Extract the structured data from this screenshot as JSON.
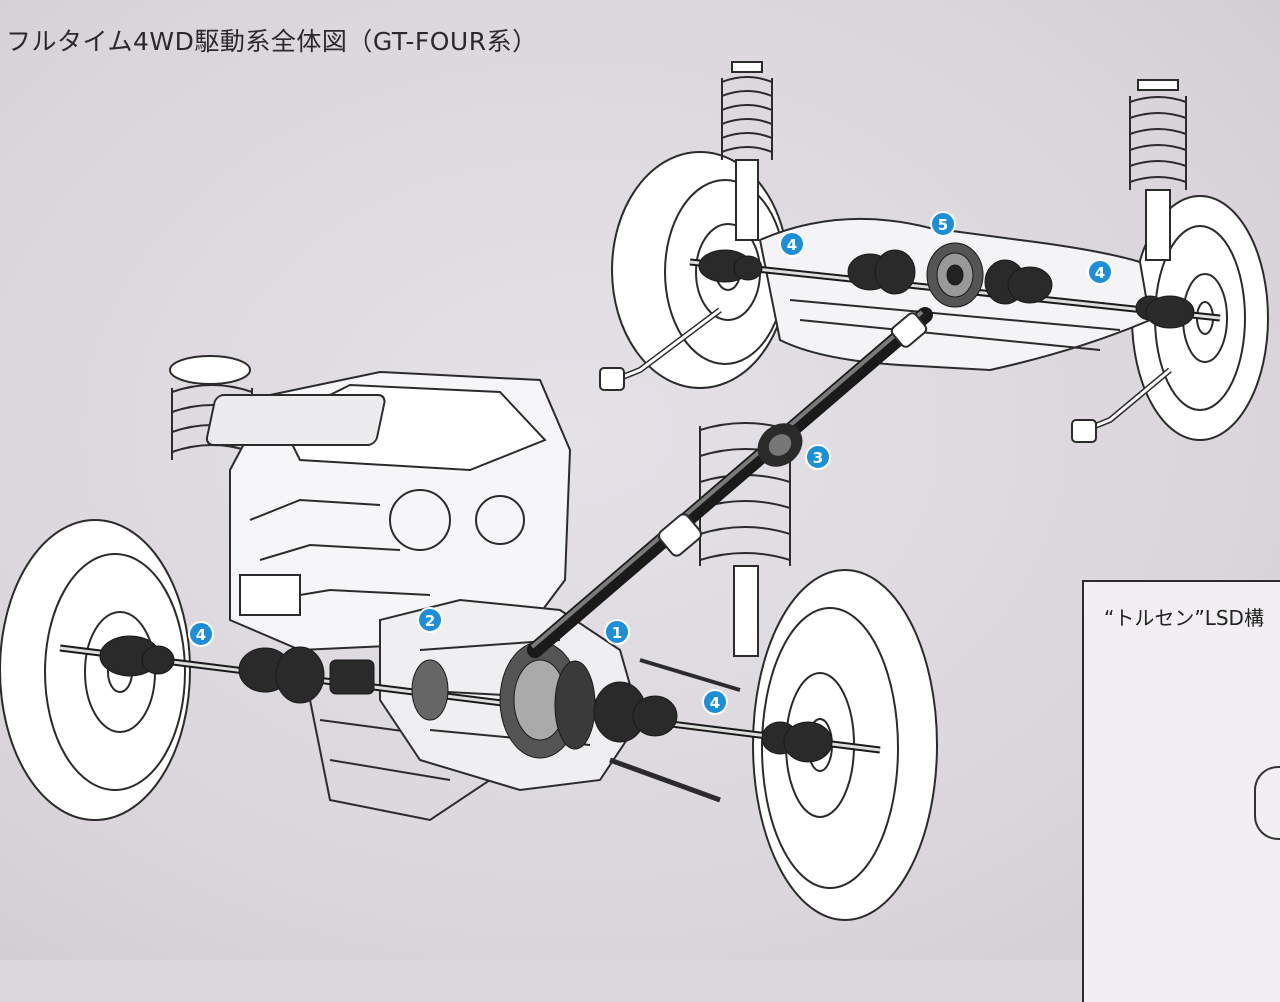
{
  "title": "フルタイム4WD駆動系全体図（GT-FOUR系）",
  "inset": {
    "title": "“トルセン”LSD構"
  },
  "callouts": [
    {
      "id": "callout-front-differential",
      "number": "1"
    },
    {
      "id": "callout-transfer",
      "number": "2"
    },
    {
      "id": "callout-propeller-shaft",
      "number": "3"
    },
    {
      "id": "callout-front-left-driveshaft",
      "number": "4"
    },
    {
      "id": "callout-front-right-driveshaft",
      "number": "4"
    },
    {
      "id": "callout-rear-left-driveshaft",
      "number": "4"
    },
    {
      "id": "callout-rear-right-driveshaft",
      "number": "4"
    },
    {
      "id": "callout-rear-differential",
      "number": "5"
    }
  ],
  "colors": {
    "background": "#dcd8de",
    "line": "#2b2b2b",
    "shaft": "#1a1a1a",
    "callout_fill": "#1d8fd8",
    "callout_text": "#ffffff"
  }
}
